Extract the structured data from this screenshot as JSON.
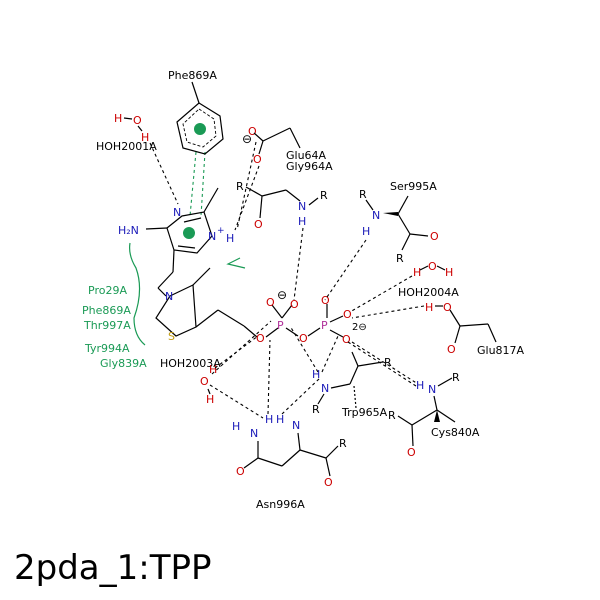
{
  "title": "2pda_1:TPP",
  "colors": {
    "carbon": "#000000",
    "oxygen": "#cc0000",
    "nitrogen": "#1a1ab8",
    "phosphorus": "#b0309a",
    "sulfur": "#c09a10",
    "hydrophobic": "#1a9a55"
  },
  "residues": {
    "phe869": "Phe869A",
    "hoh2001": "HOH2001A",
    "glu64": "Glu64A",
    "gly964": "Gly964A",
    "ser995": "Ser995A",
    "hoh2004": "HOH2004A",
    "glu817": "Glu817A",
    "hoh2003": "HOH2003A",
    "trp965": "Trp965A",
    "cys840": "Cys840A",
    "asn996": "Asn996A"
  },
  "hydrophobic_contacts": [
    "Pro29A",
    "Phe869A",
    "Thr997A",
    "Tyr994A",
    "Gly839A"
  ],
  "atoms": {
    "O": "O",
    "N": "N",
    "H": "H",
    "P": "P",
    "S": "S",
    "R": "R",
    "Nplus": "N",
    "plus": "+",
    "minus": "⊖",
    "two_minus": "2⊖",
    "nh2": "H₂N"
  }
}
